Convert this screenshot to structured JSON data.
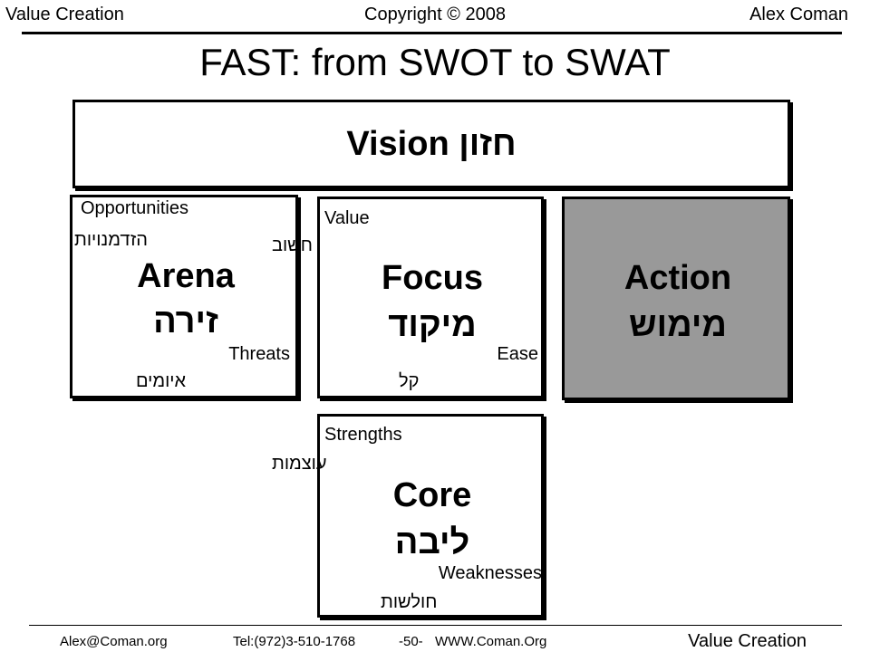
{
  "header": {
    "left": "Value Creation",
    "center": "Copyright © 2008",
    "right": "Alex Coman"
  },
  "title": "FAST: from SWOT to SWAT",
  "vision": {
    "en": "Vision",
    "he": "חזון"
  },
  "arena": {
    "top_en": "Opportunities",
    "top_he": "הזדמנויות",
    "title_en": "Arena",
    "title_he": "זירה",
    "bottom_en": "Threats",
    "bottom_he": "איומים"
  },
  "focus": {
    "top_en": "Value",
    "top_he": "חשוב",
    "title_en": "Focus",
    "title_he": "מיקוד",
    "bottom_en": "Ease",
    "bottom_he": "קל"
  },
  "action": {
    "title_en": "Action",
    "title_he": "מימוש"
  },
  "core": {
    "top_en": "Strengths",
    "top_he": "עוצמות",
    "title_en": "Core",
    "title_he": "ליבה",
    "bottom_en": "Weaknesses",
    "bottom_he": "חולשות"
  },
  "footer": {
    "email": "Alex@Coman.org",
    "tel": "Tel:(972)3-510-1768",
    "page": "-50-",
    "website": "WWW.Coman.Org",
    "brand": "Value Creation"
  },
  "colors": {
    "action_fill": "#999999",
    "border": "#000000"
  }
}
